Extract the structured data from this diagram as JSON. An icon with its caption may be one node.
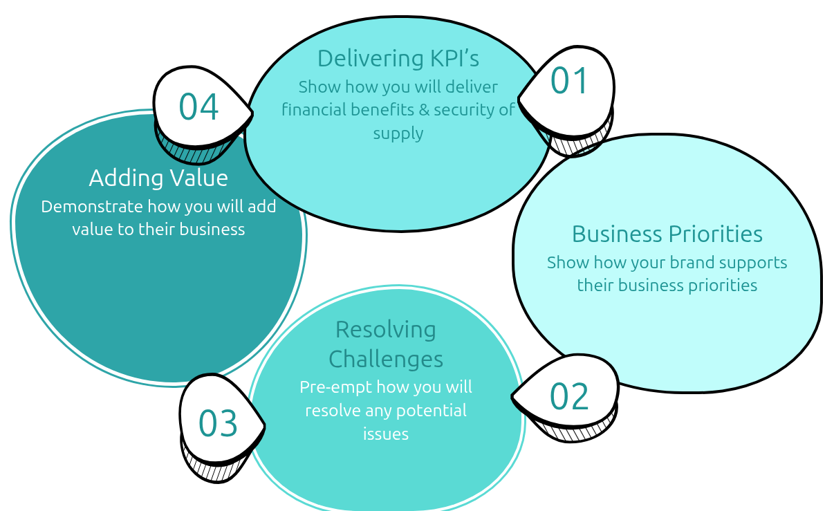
{
  "diagram": {
    "nodes": [
      {
        "text": [
          "Delivering KPI’s",
          "Show how you will deliver financial benefits & security of supply"
        ]
      },
      {
        "text": [
          "04"
        ]
      },
      {
        "text": [
          "01"
        ]
      },
      {
        "text": [
          "Adding Value",
          "Demonstrate how you will add value to their business"
        ]
      },
      {
        "text": [
          "Business Priorities",
          "Show how your brand supports their business priorities"
        ]
      },
      {
        "text": [
          "Resolving Challenges",
          "Pre-empt how you will resolve any potential issues"
        ]
      },
      {
        "text": [
          "02"
        ]
      },
      {
        "text": [
          "03"
        ]
      }
    ]
  }
}
